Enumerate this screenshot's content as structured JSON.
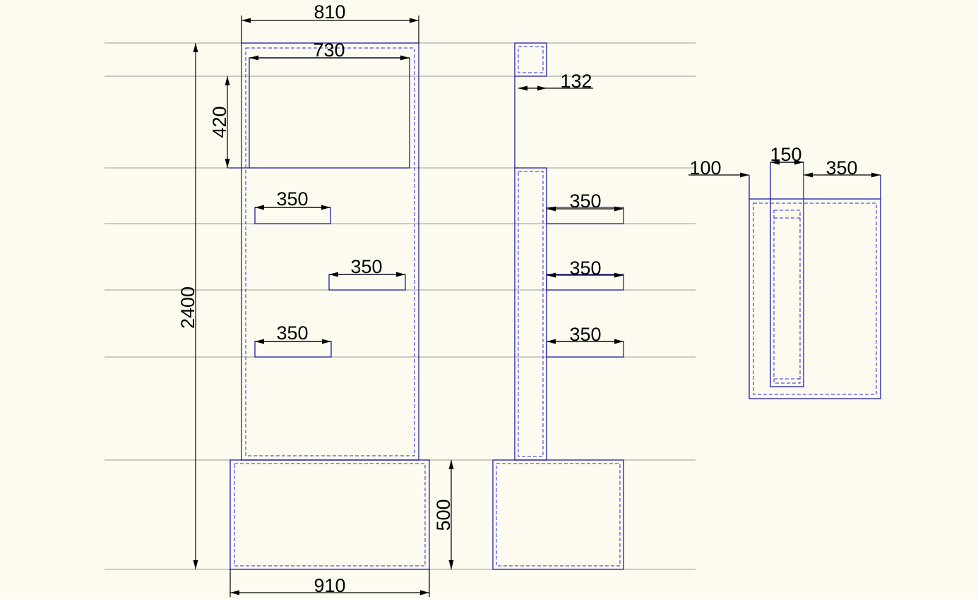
{
  "colors": {
    "background": "#fdfbef",
    "outline": "#1c1ca8",
    "hidden_line": "#2a2ad8",
    "grid": "#9a9a9a",
    "dimension": "#000000"
  },
  "dimensions": {
    "front_width": "810",
    "opening_width": "730",
    "opening_height": "420",
    "total_height": "2400",
    "shelf_1": "350",
    "shelf_2": "350",
    "shelf_3": "350",
    "base_height": "500",
    "base_width": "910",
    "side_depth": "132",
    "side_shelf_1": "350",
    "side_shelf_2": "350",
    "side_shelf_3": "350",
    "plan_left": "100",
    "plan_middle": "150",
    "plan_right": "350"
  }
}
